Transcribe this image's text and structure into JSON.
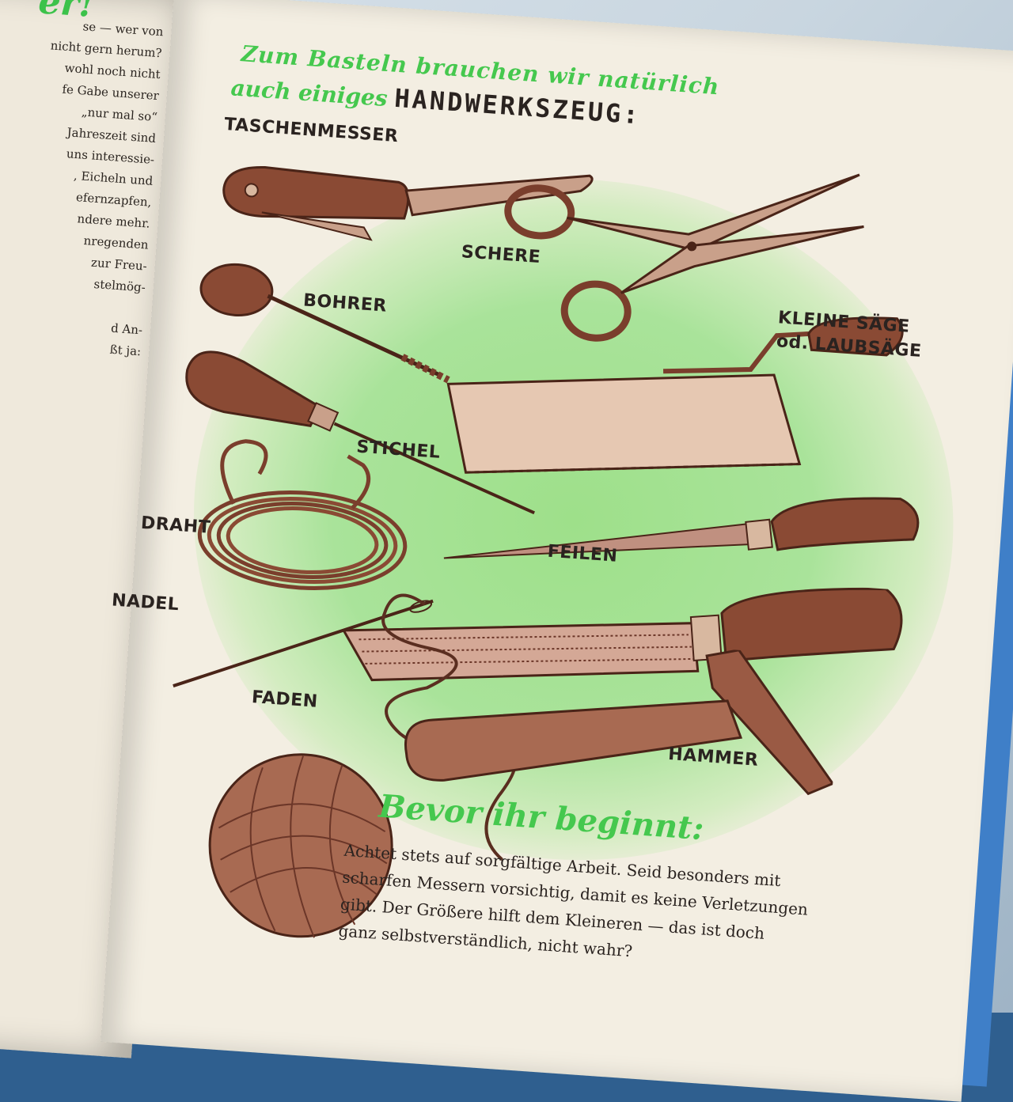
{
  "left_page": {
    "heading_fragment": "er!",
    "lines": [
      "se — wer von",
      "nicht gern herum?",
      "wohl noch nicht",
      "fe Gabe unserer",
      "„nur mal so“",
      "Jahreszeit sind",
      "uns interessie-",
      ", Eicheln und",
      "efernzapfen,",
      "ndere mehr.",
      "nregenden",
      "zur Freu-",
      "stelmög-",
      "",
      "d An-",
      "ßt ja:"
    ]
  },
  "header": {
    "line1": "Zum Basteln brauchen wir natürlich",
    "line2_green": "auch einiges",
    "line2_bold": "HANDWERKSZEUG:"
  },
  "tools": {
    "taschenmesser": "TASCHENMESSER",
    "schere": "SCHERE",
    "bohrer": "BOHRER",
    "kleine_saege_1": "KLEINE SÄGE",
    "kleine_saege_2": "od. LAUBSÄGE",
    "stichel": "STICHEL",
    "draht": "DRAHT",
    "feilen": "FEILEN",
    "nadel": "NADEL",
    "faden": "FADEN",
    "hammer": "HAMMER"
  },
  "subheading": "Bevor ihr beginnt:",
  "body_lines": [
    "Achtet stets auf sorgfältige Arbeit. Seid besonders mit",
    "scharfen Messern vorsichtig, damit es keine Verletzungen",
    "gibt. Der Größere hilft dem Kleineren — das ist doch",
    "ganz selbstverständlich, nicht wahr?"
  ],
  "colors": {
    "accent_green": "#45c84e",
    "tool_brown": "#8a4a34",
    "paper": "#f3eee2",
    "cover_blue": "#3f7fc8"
  }
}
